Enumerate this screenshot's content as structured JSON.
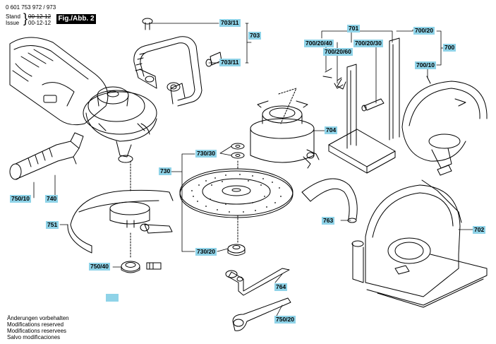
{
  "header": {
    "doc_number": "0 601 753 972 / 973",
    "stand_label": "Stand",
    "stand_value": "00-12-12",
    "issue_label": "Issue",
    "issue_value": "00-12-12",
    "figure_label": "Fig./Abb. 2"
  },
  "callouts": [
    {
      "id": "c703_11a",
      "label": "703/11"
    },
    {
      "id": "c703",
      "label": "703"
    },
    {
      "id": "c703_11b",
      "label": "703/11"
    },
    {
      "id": "c701",
      "label": "701"
    },
    {
      "id": "c700_20_40",
      "label": "700/20/40"
    },
    {
      "id": "c700_20_60",
      "label": "700/20/60"
    },
    {
      "id": "c700_20_30",
      "label": "700/20/30"
    },
    {
      "id": "c700_20",
      "label": "700/20"
    },
    {
      "id": "c700",
      "label": "700"
    },
    {
      "id": "c700_10",
      "label": "700/10"
    },
    {
      "id": "c704",
      "label": "704"
    },
    {
      "id": "c730_30",
      "label": "730/30"
    },
    {
      "id": "c730",
      "label": "730"
    },
    {
      "id": "c750_10",
      "label": "750/10"
    },
    {
      "id": "c740",
      "label": "740"
    },
    {
      "id": "c751",
      "label": "751"
    },
    {
      "id": "c763",
      "label": "763"
    },
    {
      "id": "c702",
      "label": "702"
    },
    {
      "id": "c730_20",
      "label": "730/20"
    },
    {
      "id": "c750_40",
      "label": "750/40"
    },
    {
      "id": "c764",
      "label": "764"
    },
    {
      "id": "c750_20",
      "label": "750/20"
    },
    {
      "id": "c_blank",
      "label": ""
    }
  ],
  "footer": {
    "lines": [
      "Änderungen vorbehalten",
      "Modifications reserved",
      "Modifications reservees",
      "Salvo modificaciones"
    ]
  }
}
